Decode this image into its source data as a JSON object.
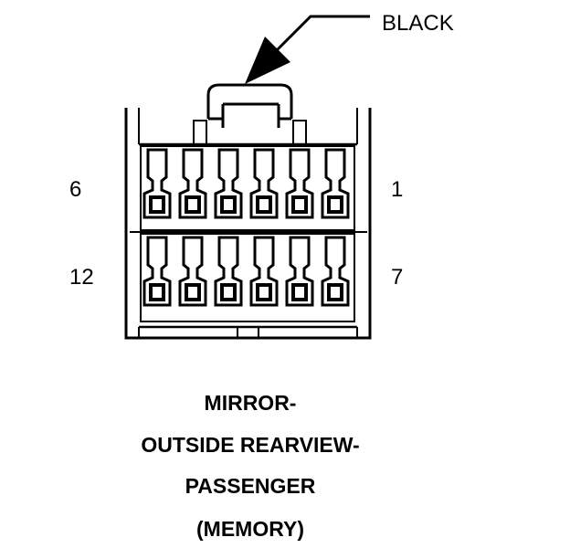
{
  "connector": {
    "color_label": "BLACK",
    "pin_labels": {
      "top_left": "6",
      "top_right": "1",
      "bottom_left": "12",
      "bottom_right": "7"
    },
    "pins_per_row": 6,
    "rows": 2
  },
  "caption": {
    "lines": [
      "MIRROR-",
      "OUTSIDE REARVIEW-",
      "PASSENGER",
      "(MEMORY)"
    ]
  },
  "colors": {
    "ink": "#000000",
    "background": "#ffffff"
  }
}
